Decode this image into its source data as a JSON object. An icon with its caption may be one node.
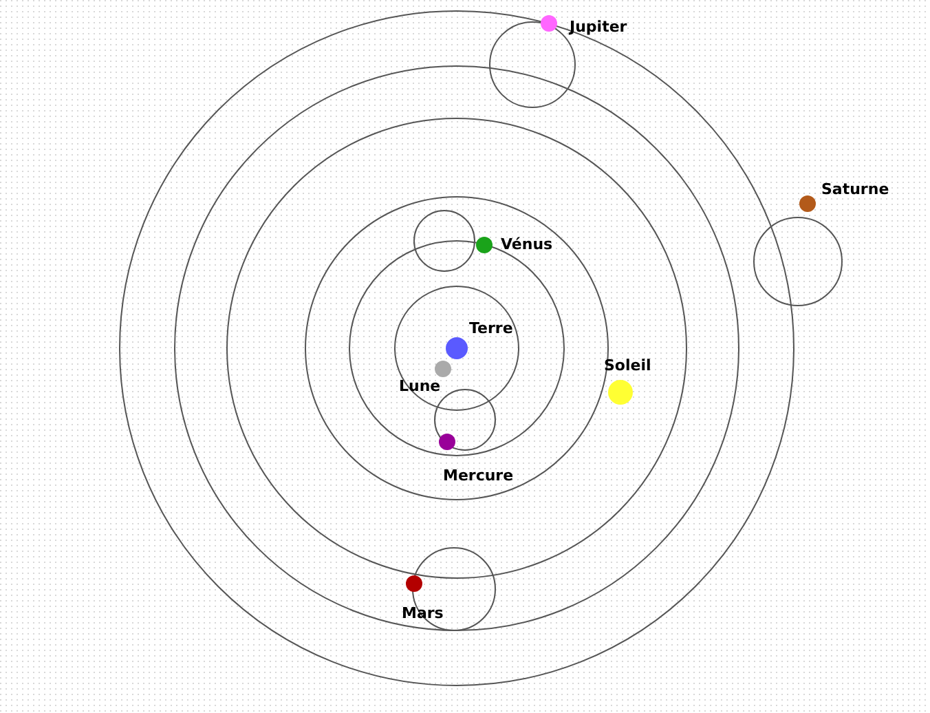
{
  "diagram": {
    "labels": [
      "Jupiter",
      "Saturne",
      "Vénus",
      "Terre",
      "Soleil",
      "Lune",
      "Mercure",
      "Mars"
    ]
  }
}
